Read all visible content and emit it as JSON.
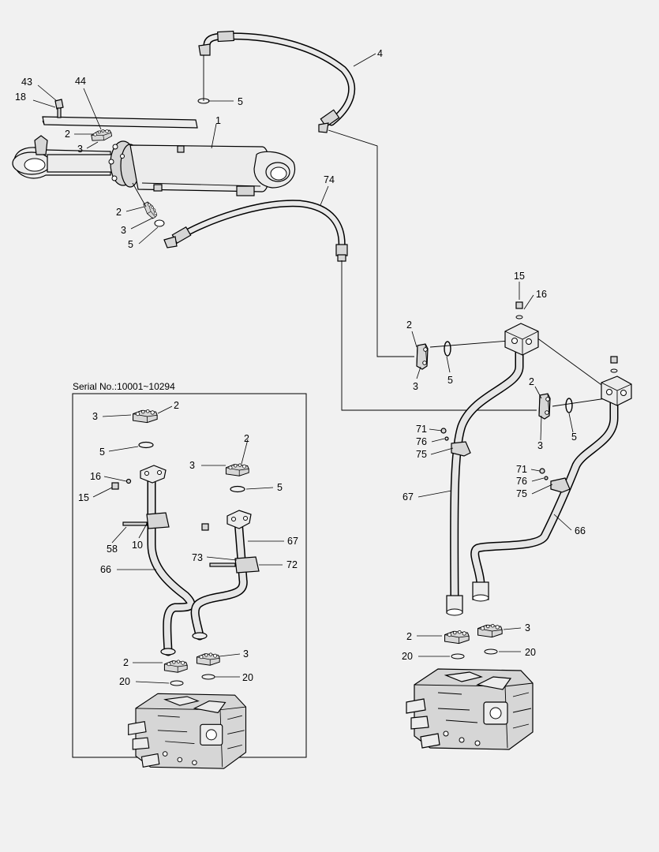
{
  "colors": {
    "background": "#f1f1f1",
    "part_fill": "#d6d6d6",
    "line": "#000000"
  },
  "inset": {
    "serial_text": "Serial No.:10001~10294"
  },
  "callouts": [
    {
      "id": "c43",
      "text": "43"
    },
    {
      "id": "c44",
      "text": "44"
    },
    {
      "id": "c18",
      "text": "18"
    },
    {
      "id": "c2a",
      "text": "2"
    },
    {
      "id": "c3a",
      "text": "3"
    },
    {
      "id": "c1",
      "text": "1"
    },
    {
      "id": "c5a",
      "text": "5"
    },
    {
      "id": "c4",
      "text": "4"
    },
    {
      "id": "c2b",
      "text": "2"
    },
    {
      "id": "c3b",
      "text": "3"
    },
    {
      "id": "c5b",
      "text": "5"
    },
    {
      "id": "c74",
      "text": "74"
    },
    {
      "id": "c15",
      "text": "15"
    },
    {
      "id": "c16",
      "text": "16"
    },
    {
      "id": "c2c",
      "text": "2"
    },
    {
      "id": "c3c",
      "text": "3"
    },
    {
      "id": "c5c",
      "text": "5"
    },
    {
      "id": "c2d",
      "text": "2"
    },
    {
      "id": "c3d",
      "text": "3"
    },
    {
      "id": "c5d",
      "text": "5"
    },
    {
      "id": "c71a",
      "text": "71"
    },
    {
      "id": "c76a",
      "text": "76"
    },
    {
      "id": "c75a",
      "text": "75"
    },
    {
      "id": "c71b",
      "text": "71"
    },
    {
      "id": "c76b",
      "text": "76"
    },
    {
      "id": "c75b",
      "text": "75"
    },
    {
      "id": "c67",
      "text": "67"
    },
    {
      "id": "c66",
      "text": "66"
    },
    {
      "id": "c2e",
      "text": "2"
    },
    {
      "id": "c3e",
      "text": "3"
    },
    {
      "id": "c20a",
      "text": "20"
    },
    {
      "id": "c20b",
      "text": "20"
    },
    {
      "id": "i2a",
      "text": "2"
    },
    {
      "id": "i3a",
      "text": "3"
    },
    {
      "id": "i5a",
      "text": "5"
    },
    {
      "id": "i2b",
      "text": "2"
    },
    {
      "id": "i3b",
      "text": "3"
    },
    {
      "id": "i5b",
      "text": "5"
    },
    {
      "id": "i16",
      "text": "16"
    },
    {
      "id": "i15",
      "text": "15"
    },
    {
      "id": "i67",
      "text": "67"
    },
    {
      "id": "i58",
      "text": "58"
    },
    {
      "id": "i10",
      "text": "10"
    },
    {
      "id": "i73",
      "text": "73"
    },
    {
      "id": "i72",
      "text": "72"
    },
    {
      "id": "i66",
      "text": "66"
    },
    {
      "id": "i2c",
      "text": "2"
    },
    {
      "id": "i3c",
      "text": "3"
    },
    {
      "id": "i20a",
      "text": "20"
    },
    {
      "id": "i20b",
      "text": "20"
    }
  ]
}
